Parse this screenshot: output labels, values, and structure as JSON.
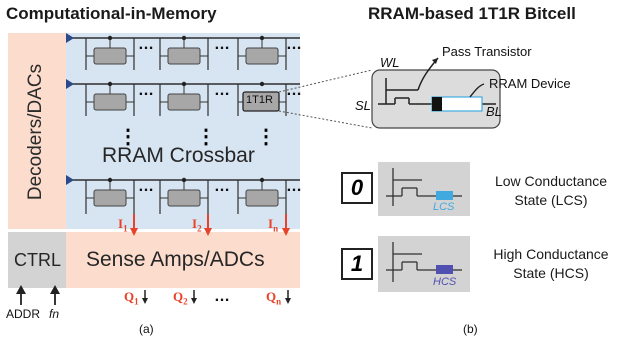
{
  "left_title": "Computational-in-Memory",
  "right_title": "RRAM-based 1T1R Bitcell",
  "decoders_label": "Decoders/DACs",
  "crossbar_label": "RRAM Crossbar",
  "cell_label": "1T1R",
  "ctrl_label": "CTRL",
  "sense_label": "Sense Amps/ADCs",
  "addr_label": "ADDR",
  "fn_label": "fn",
  "currents": [
    "I",
    "I",
    "I"
  ],
  "current_subs": [
    "1",
    "2",
    "n"
  ],
  "outputs": [
    "Q",
    "Q",
    "Q"
  ],
  "output_subs": [
    "1",
    "2",
    "n"
  ],
  "ellipsis": "…",
  "vdots": "⋮",
  "caption_a": "(a)",
  "caption_b": "(b)",
  "bitcell": {
    "wl": "WL",
    "sl": "SL",
    "bl": "BL",
    "pass_transistor": "Pass Transistor",
    "rram_device": "RRAM Device"
  },
  "states": [
    {
      "bit": "0",
      "tag": "LCS",
      "line1": "Low Conductance",
      "line2": "State (LCS)"
    },
    {
      "bit": "1",
      "tag": "HCS",
      "line1": "High Conductance",
      "line2": "State (HCS)"
    }
  ],
  "colors": {
    "current_red": "#e8432a",
    "lcs_blue": "#3fa9e0",
    "hcs_blue": "#5050b0",
    "word_line_marker": "#2a4a8a"
  }
}
